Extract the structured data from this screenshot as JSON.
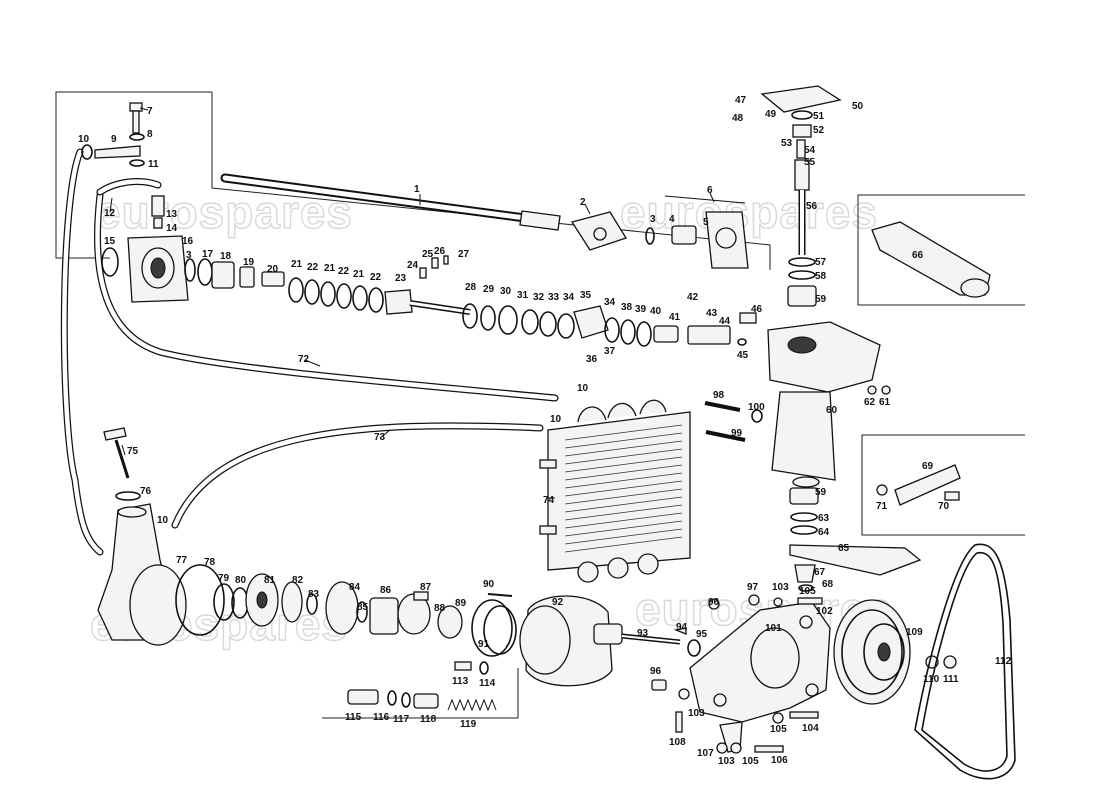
{
  "watermark": {
    "text": "eurospares"
  },
  "labels": {
    "l1": "1",
    "l2": "2",
    "l3a": "3",
    "l3b": "3",
    "l4": "4",
    "l5": "5",
    "l6": "6",
    "l7": "7",
    "l8": "8",
    "l9": "9",
    "l10a": "10",
    "l10b": "10",
    "l10c": "10",
    "l10d": "10",
    "l11": "11",
    "l12": "12",
    "l13": "13",
    "l14": "14",
    "l15": "15",
    "l16": "16",
    "l17": "17",
    "l18": "18",
    "l19": "19",
    "l20": "20",
    "l21a": "21",
    "l21b": "21",
    "l21c": "21",
    "l22a": "22",
    "l22b": "22",
    "l22c": "22",
    "l23": "23",
    "l24": "24",
    "l25": "25",
    "l26": "26",
    "l27": "27",
    "l28": "28",
    "l29": "29",
    "l30": "30",
    "l31": "31",
    "l32": "32",
    "l33": "33",
    "l34a": "34",
    "l34b": "34",
    "l35": "35",
    "l36": "36",
    "l37": "37",
    "l38": "38",
    "l39": "39",
    "l40": "40",
    "l41": "41",
    "l42": "42",
    "l43": "43",
    "l44": "44",
    "l45": "45",
    "l46": "46",
    "l47": "47",
    "l48": "48",
    "l49": "49",
    "l50": "50",
    "l51": "51",
    "l52": "52",
    "l53": "53",
    "l54": "54",
    "l55": "55",
    "l56": "56",
    "l57": "57",
    "l58": "58",
    "l59a": "59",
    "l59b": "59",
    "l60": "60",
    "l61": "61",
    "l62": "62",
    "l63": "63",
    "l64": "64",
    "l65": "65",
    "l66": "66",
    "l67": "67",
    "l68": "68",
    "l69": "69",
    "l70": "70",
    "l71": "71",
    "l72": "72",
    "l73": "73",
    "l74": "74",
    "l75": "75",
    "l76": "76",
    "l77": "77",
    "l78": "78",
    "l79": "79",
    "l80": "80",
    "l81": "81",
    "l82": "82",
    "l83": "83",
    "l84": "84",
    "l85": "85",
    "l86": "86",
    "l87": "87",
    "l88": "88",
    "l89": "89",
    "l90": "90",
    "l91": "91",
    "l92": "92",
    "l93": "93",
    "l94": "94",
    "l95": "95",
    "l96a": "96",
    "l96b": "96",
    "l97": "97",
    "l98": "98",
    "l99": "99",
    "l100": "100",
    "l101": "101",
    "l102": "102",
    "l103a": "103",
    "l103b": "103",
    "l103c": "103",
    "l104": "104",
    "l105a": "105",
    "l105b": "105",
    "l105c": "105",
    "l106": "106",
    "l107": "107",
    "l108": "108",
    "l109": "109",
    "l110": "110",
    "l111": "111",
    "l112": "112",
    "l113": "113",
    "l114": "114",
    "l115": "115",
    "l116": "116",
    "l117": "117",
    "l118": "118",
    "l119": "119"
  }
}
